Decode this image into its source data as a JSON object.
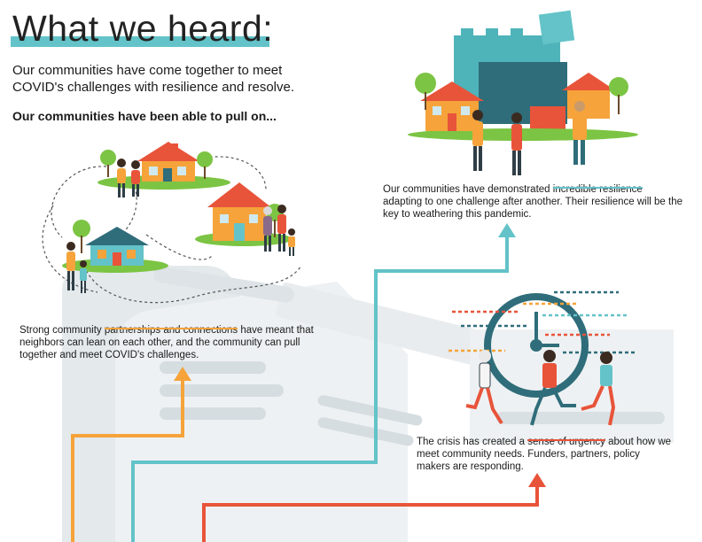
{
  "header": {
    "title": "What we heard:",
    "intro": "Our communities have come together to meet COVID's challenges with resilience and resolve.",
    "pull_heading": "Our communities have been able to pull on..."
  },
  "captions": {
    "partnerships": {
      "before": "Strong community ",
      "highlight": "partnerships and connections",
      "after": " have meant that neighbors can lean on each other, and the community can pull together and meet COVID's challenges."
    },
    "resilience": {
      "before": "Our communities have demonstrated ",
      "highlight": "incredible resilience",
      "after": " adapting to one challenge after another. Their resilience will be the key to weathering this pandemic."
    },
    "urgency": {
      "before": "The crisis has created a ",
      "highlight": "sense of urgency",
      "after": " about how we meet community needs. Funders, partners, policy makers are responding."
    }
  },
  "colors": {
    "teal": "#63c3c8",
    "orange": "#f5a33a",
    "red": "#e8543a",
    "dark_teal": "#2f6d7a",
    "grey": "#dde3e6"
  }
}
